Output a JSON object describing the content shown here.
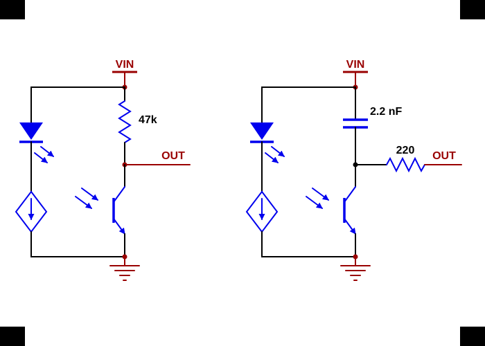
{
  "colors": {
    "wire": "#000000",
    "component": "#0000EE",
    "power": "#990000",
    "value_text": "#000000",
    "background": "#FFFFFF",
    "corner_mask": "#000000"
  },
  "left_circuit": {
    "vin_label": "VIN",
    "out_label": "OUT",
    "pullup_resistor_value": "47k"
  },
  "right_circuit": {
    "vin_label": "VIN",
    "out_label": "OUT",
    "capacitor_value": "2.2 nF",
    "series_resistor_value": "220"
  }
}
